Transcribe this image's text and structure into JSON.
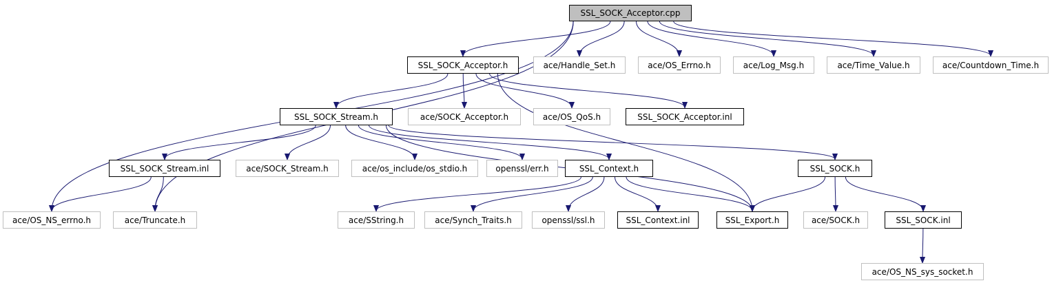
{
  "nodes": [
    {
      "id": "root",
      "label": "SSL_SOCK_Acceptor.cpp",
      "style": "root"
    },
    {
      "id": "acc_h",
      "label": "SSL_SOCK_Acceptor.h",
      "style": "strong"
    },
    {
      "id": "handle_set",
      "label": "ace/Handle_Set.h",
      "style": "weak"
    },
    {
      "id": "os_errno",
      "label": "ace/OS_Errno.h",
      "style": "weak"
    },
    {
      "id": "log_msg",
      "label": "ace/Log_Msg.h",
      "style": "weak"
    },
    {
      "id": "time_value",
      "label": "ace/Time_Value.h",
      "style": "weak"
    },
    {
      "id": "countdown",
      "label": "ace/Countdown_Time.h",
      "style": "weak"
    },
    {
      "id": "stream_h",
      "label": "SSL_SOCK_Stream.h",
      "style": "strong"
    },
    {
      "id": "sock_acceptor",
      "label": "ace/SOCK_Acceptor.h",
      "style": "weak"
    },
    {
      "id": "os_qos",
      "label": "ace/OS_QoS.h",
      "style": "weak"
    },
    {
      "id": "acc_inl",
      "label": "SSL_SOCK_Acceptor.inl",
      "style": "strong"
    },
    {
      "id": "stream_inl",
      "label": "SSL_SOCK_Stream.inl",
      "style": "strong"
    },
    {
      "id": "sock_stream",
      "label": "ace/SOCK_Stream.h",
      "style": "weak"
    },
    {
      "id": "os_stdio",
      "label": "ace/os_include/os_stdio.h",
      "style": "weak"
    },
    {
      "id": "openssl_err",
      "label": "openssl/err.h",
      "style": "weak"
    },
    {
      "id": "context_h",
      "label": "SSL_Context.h",
      "style": "strong"
    },
    {
      "id": "sock_h",
      "label": "SSL_SOCK.h",
      "style": "strong"
    },
    {
      "id": "os_ns_errno",
      "label": "ace/OS_NS_errno.h",
      "style": "weak"
    },
    {
      "id": "truncate",
      "label": "ace/Truncate.h",
      "style": "weak"
    },
    {
      "id": "sstring",
      "label": "ace/SString.h",
      "style": "weak"
    },
    {
      "id": "synch_traits",
      "label": "ace/Synch_Traits.h",
      "style": "weak"
    },
    {
      "id": "openssl_ssl",
      "label": "openssl/ssl.h",
      "style": "weak"
    },
    {
      "id": "context_inl",
      "label": "SSL_Context.inl",
      "style": "strong"
    },
    {
      "id": "export_h",
      "label": "SSL_Export.h",
      "style": "strong"
    },
    {
      "id": "ace_sock",
      "label": "ace/SOCK.h",
      "style": "weak"
    },
    {
      "id": "sock_inl",
      "label": "SSL_SOCK.inl",
      "style": "strong"
    },
    {
      "id": "os_ns_sys_socket",
      "label": "ace/OS_NS_sys_socket.h",
      "style": "weak"
    }
  ],
  "edges": [
    [
      "root",
      "acc_h"
    ],
    [
      "root",
      "handle_set"
    ],
    [
      "root",
      "os_errno"
    ],
    [
      "root",
      "log_msg"
    ],
    [
      "root",
      "time_value"
    ],
    [
      "root",
      "countdown"
    ],
    [
      "root",
      "os_ns_errno"
    ],
    [
      "root",
      "truncate"
    ],
    [
      "acc_h",
      "stream_h"
    ],
    [
      "acc_h",
      "sock_acceptor"
    ],
    [
      "acc_h",
      "os_qos"
    ],
    [
      "acc_h",
      "acc_inl"
    ],
    [
      "acc_h",
      "export_h"
    ],
    [
      "stream_h",
      "stream_inl"
    ],
    [
      "stream_h",
      "sock_stream"
    ],
    [
      "stream_h",
      "os_stdio"
    ],
    [
      "stream_h",
      "openssl_err"
    ],
    [
      "stream_h",
      "context_h"
    ],
    [
      "stream_h",
      "sock_h"
    ],
    [
      "stream_h",
      "export_h"
    ],
    [
      "stream_inl",
      "os_ns_errno"
    ],
    [
      "stream_inl",
      "truncate"
    ],
    [
      "context_h",
      "sstring"
    ],
    [
      "context_h",
      "synch_traits"
    ],
    [
      "context_h",
      "openssl_ssl"
    ],
    [
      "context_h",
      "context_inl"
    ],
    [
      "context_h",
      "export_h"
    ],
    [
      "sock_h",
      "export_h"
    ],
    [
      "sock_h",
      "ace_sock"
    ],
    [
      "sock_h",
      "sock_inl"
    ],
    [
      "sock_inl",
      "os_ns_sys_socket"
    ]
  ],
  "colors": {
    "edge": "#191970",
    "root_fill": "#bfbfbf",
    "weak_border": "#bfbfbf",
    "strong_border": "#000000"
  }
}
